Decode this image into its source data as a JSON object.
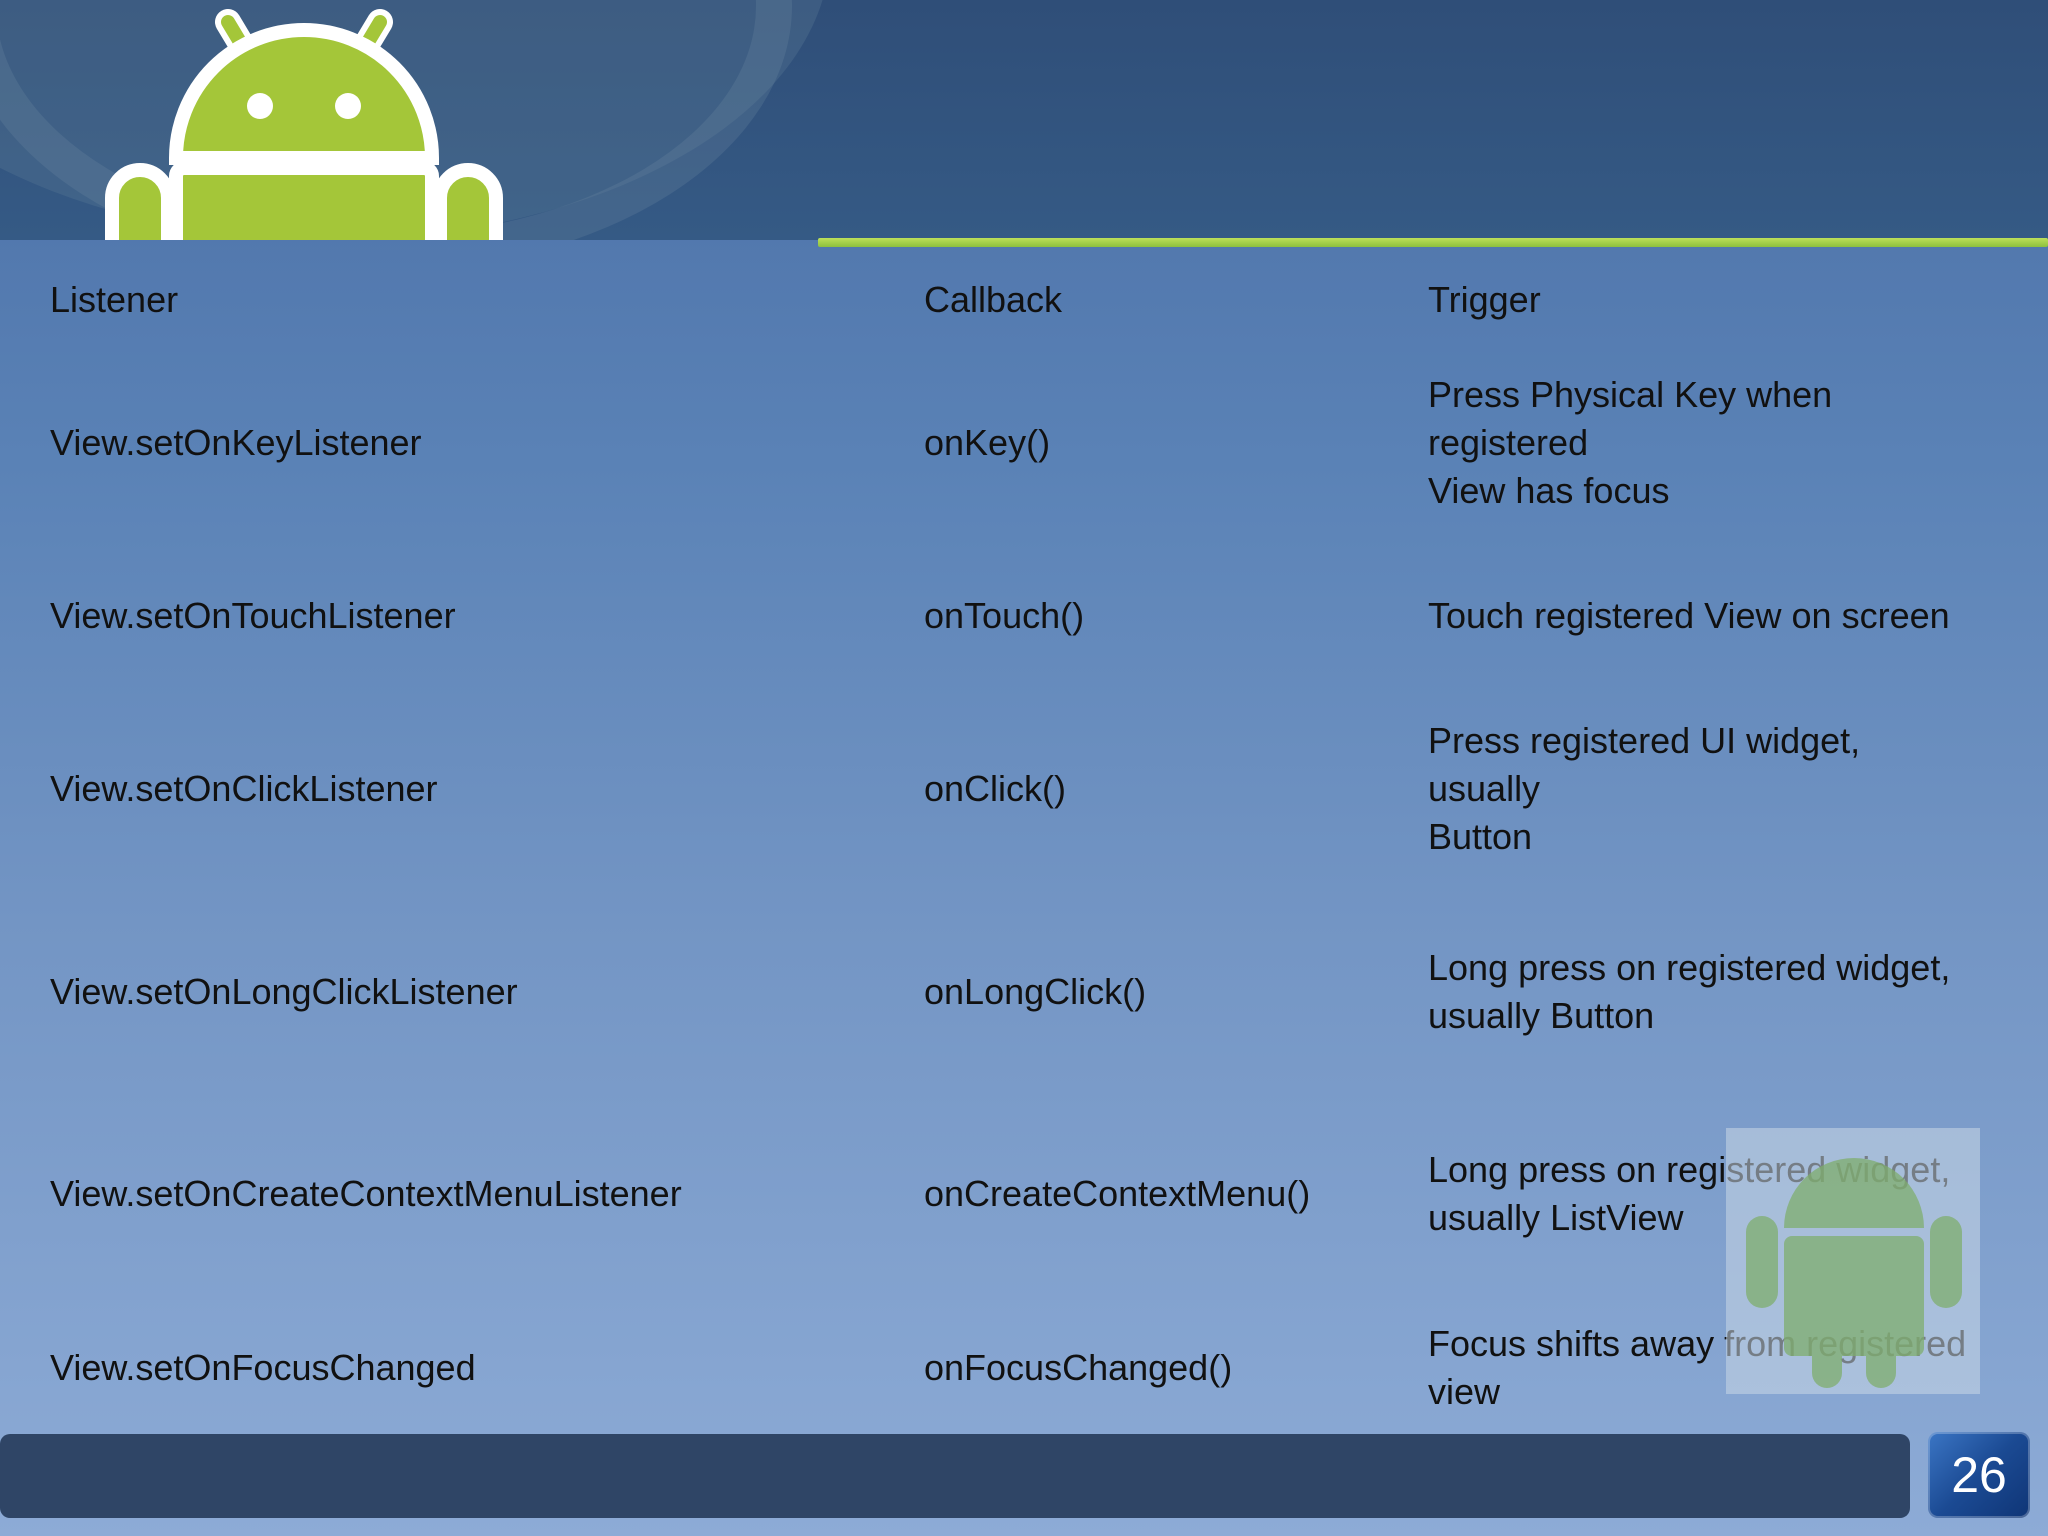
{
  "table": {
    "headers": [
      "Listener",
      "Callback",
      "Trigger"
    ],
    "rows": [
      {
        "listener": "View.setOnKeyListener",
        "callback": "onKey()",
        "trigger_lines": [
          "Press Physical Key when registered",
          "View has focus"
        ]
      },
      {
        "listener": "View.setOnTouchListener",
        "callback": "onTouch()",
        "trigger_lines": [
          "Touch registered View on screen"
        ]
      },
      {
        "listener": "View.setOnClickListener",
        "callback": "onClick()",
        "trigger_lines": [
          "Press registered UI widget, usually",
          "Button"
        ]
      },
      {
        "listener": "View.setOnLongClickListener",
        "callback": "onLongClick()",
        "trigger_lines": [
          "Long press on registered widget,",
          "usually Button"
        ]
      },
      {
        "listener": "View.setOnCreateContextMenuListener",
        "callback": "onCreateContextMenu()",
        "trigger_lines": [
          "Long press on registered widget,",
          "usually ListView"
        ]
      },
      {
        "listener": "View.setOnFocusChanged",
        "callback": "onFocusChanged()",
        "trigger_lines": [
          "Focus shifts away from registered",
          "view"
        ]
      }
    ]
  },
  "footer": {
    "page_number": "26"
  },
  "colors": {
    "accent_green": "#a4c639",
    "header_blue": "#2f4e78",
    "footer_bar": "#2f4566"
  },
  "icons": {
    "logo": "android-robot-icon",
    "watermark": "android-robot-icon"
  }
}
